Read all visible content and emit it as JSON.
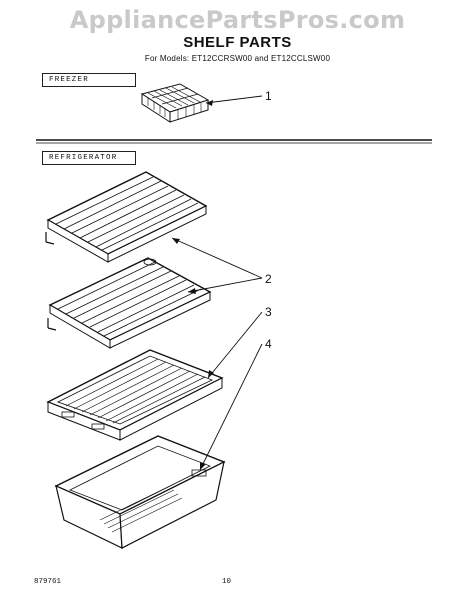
{
  "watermark": "AppliancePartsPros.com",
  "header": {
    "title": "SHELF PARTS",
    "subtitle": "For Models: ET12CCRSW00 and ET12CCLSW00"
  },
  "sections": {
    "freezer": "FREEZER",
    "refrigerator": "REFRIGERATOR"
  },
  "callouts": {
    "c1": "1",
    "c2": "2",
    "c3": "3",
    "c4": "4"
  },
  "footer": {
    "code": "879761",
    "page": "10"
  }
}
